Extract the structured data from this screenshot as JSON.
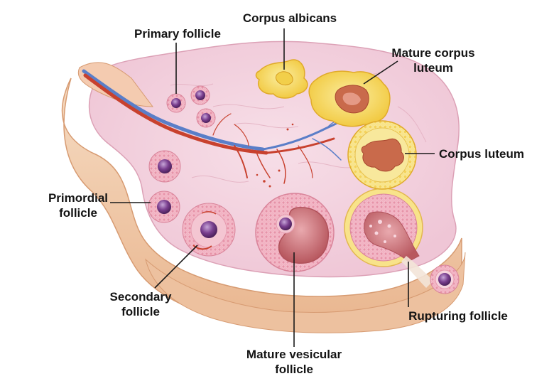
{
  "labels": {
    "primary_follicle": "Primary follicle",
    "corpus_albicans": "Corpus albicans",
    "mature_corpus_luteum_line1": "Mature corpus",
    "mature_corpus_luteum_line2": "luteum",
    "corpus_luteum": "Corpus luteum",
    "primordial_follicle_line1": "Primordial",
    "primordial_follicle_line2": "follicle",
    "secondary_follicle_line1": "Secondary",
    "secondary_follicle_line2": "follicle",
    "mature_vesicular_follicle_line1": "Mature vesicular",
    "mature_vesicular_follicle_line2": "follicle",
    "rupturing_follicle": "Rupturing follicle"
  },
  "colors": {
    "ovary_tissue": "#f3d3df",
    "capsule": "#f0c9a6",
    "follicle_rim": "#e59aae",
    "oocyte": "#7a3f8f",
    "corpus_yellow": "#f6da57",
    "antrum": "#d98a92",
    "artery": "#c8412e",
    "vein": "#5a7ec8",
    "leader_line": "#1a1a1a"
  }
}
